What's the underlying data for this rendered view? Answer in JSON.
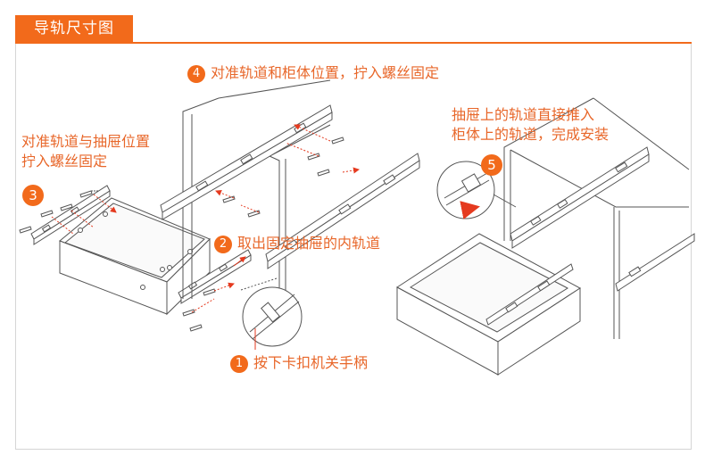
{
  "header": {
    "title": "导轨尺寸图"
  },
  "steps": [
    {
      "number": "1",
      "text": "按下卡扣机关手柄"
    },
    {
      "number": "2",
      "text": "取出固定抽屉的内轨道"
    },
    {
      "number": "3",
      "lines": [
        "对准轨道与抽屉位置",
        "拧入螺丝固定"
      ]
    },
    {
      "number": "4",
      "text": "对准轨道和柜体位置，拧入螺丝固定"
    },
    {
      "number": "5",
      "lines": [
        "抽屉上的轨道直接推入",
        "柜体上的轨道，完成安装"
      ]
    }
  ],
  "colors": {
    "accent": "#f26a1b",
    "label_text": "#e8672a",
    "line_art": "#555555",
    "arrow": "#e53a1f"
  }
}
